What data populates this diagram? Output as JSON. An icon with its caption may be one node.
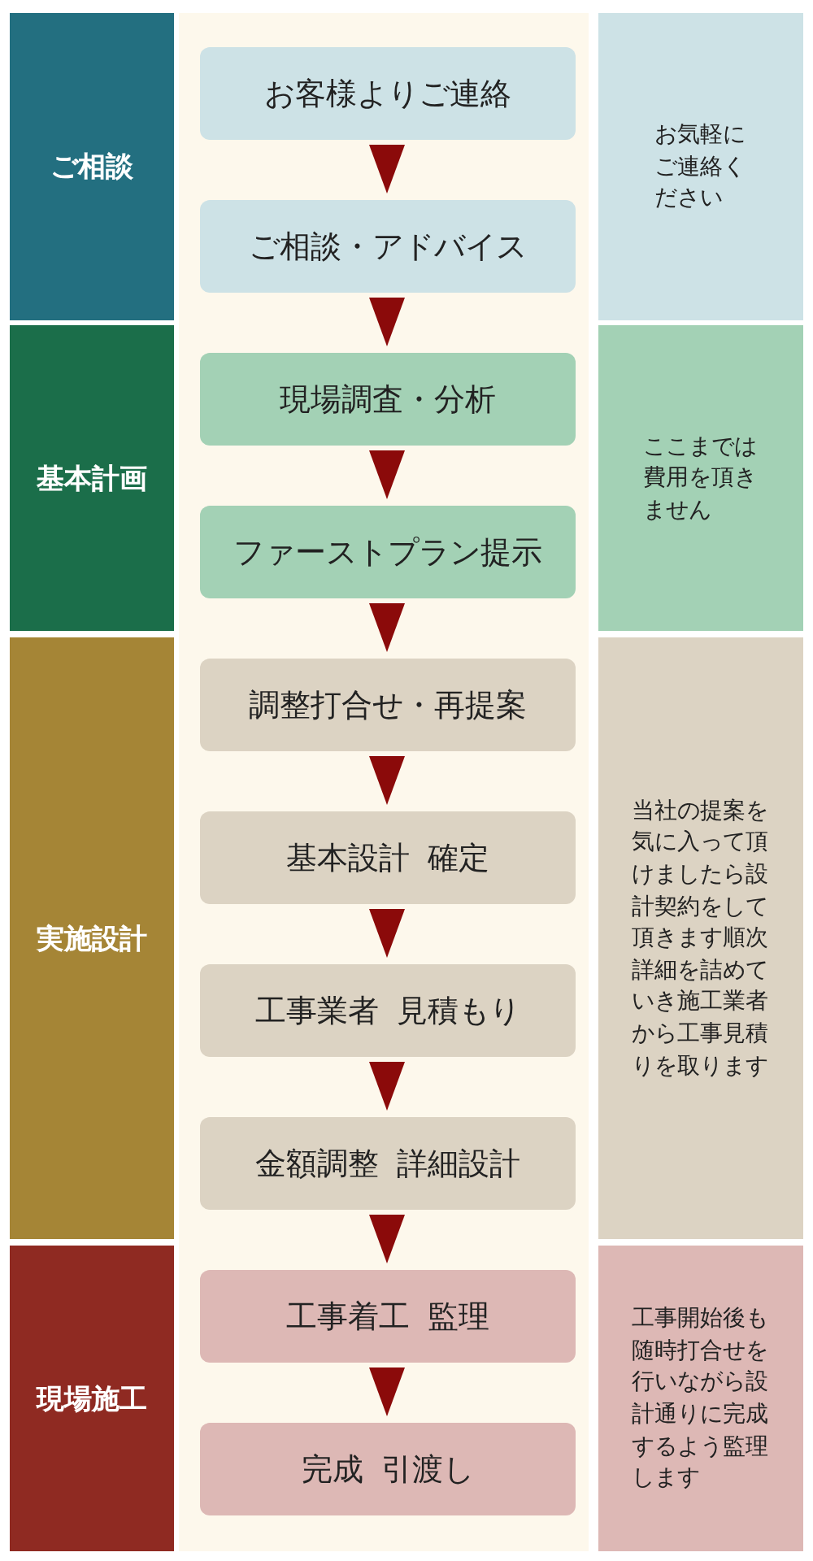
{
  "diagram": {
    "nodes": [
      {
        "text": [
          "ご相談"
        ]
      },
      {
        "text": [
          "基本計画"
        ]
      },
      {
        "text": [
          "実施設計"
        ]
      },
      {
        "text": [
          "現場施工"
        ]
      },
      {
        "text": [
          "お客様よりご連絡"
        ]
      },
      {
        "text": [
          "ご相談・アドバイス"
        ]
      },
      {
        "text": [
          "現場調査・分析"
        ]
      },
      {
        "text": [
          "ファーストプラン提示"
        ]
      },
      {
        "text": [
          "調整打合せ・再提案"
        ]
      },
      {
        "text": [
          "基本設計  確定"
        ]
      },
      {
        "text": [
          "工事業者  見積もり"
        ]
      },
      {
        "text": [
          "金額調整  詳細設計"
        ]
      },
      {
        "text": [
          "工事着工  監理"
        ]
      },
      {
        "text": [
          "完成  引渡し"
        ]
      },
      {
        "text": [
          "お気軽にご連絡ください"
        ]
      },
      {
        "text": [
          "ここまでは費用を頂きません"
        ]
      },
      {
        "text": [
          "当社の提案を気に入って頂けましたら設計契約をして頂きます順次詳細を詰めていき施工業者から工事見積りを取ります"
        ]
      },
      {
        "text": [
          "工事開始後も随時打合せを行いながら設計通りに完成するよう監理します"
        ]
      }
    ],
    "edges": [
      {
        "from": 4,
        "to": 5,
        "arrow": "to"
      },
      {
        "from": 5,
        "to": 6,
        "arrow": "to"
      },
      {
        "from": 6,
        "to": 7,
        "arrow": "to"
      },
      {
        "from": 7,
        "to": 8,
        "arrow": "to"
      },
      {
        "from": 8,
        "to": 9,
        "arrow": "to"
      },
      {
        "from": 9,
        "to": 10,
        "arrow": "to"
      },
      {
        "from": 10,
        "to": 11,
        "arrow": "to"
      },
      {
        "from": 11,
        "to": 12,
        "arrow": "to"
      },
      {
        "from": 12,
        "to": 13,
        "arrow": "to"
      }
    ]
  }
}
